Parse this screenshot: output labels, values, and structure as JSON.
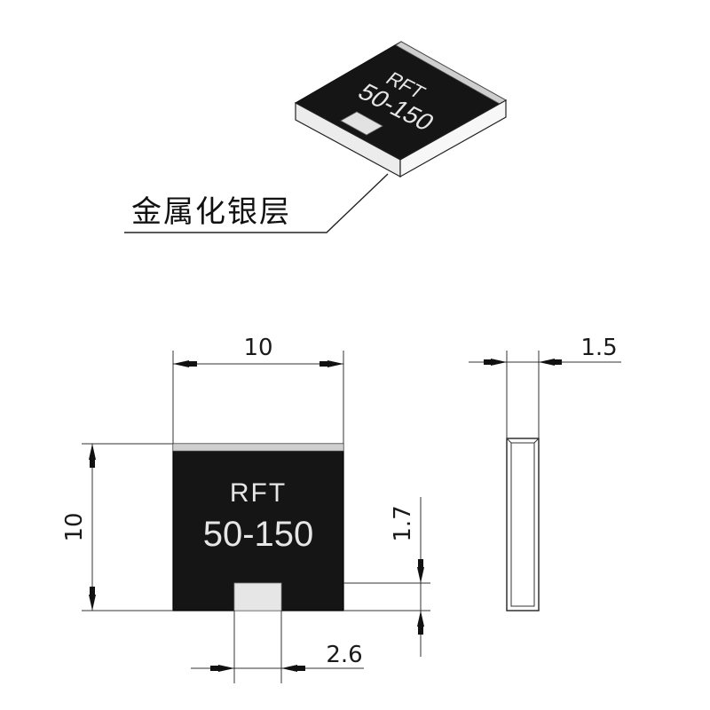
{
  "callout_label": "金属化银层",
  "chip_marking": {
    "line1": "RFT",
    "line2": "50-150"
  },
  "dimensions": {
    "top_width": "10",
    "left_height": "10",
    "side_thickness": "1.5",
    "pad_height": "1.7",
    "pad_width": "2.6"
  },
  "colors": {
    "chip_body": "#151515",
    "silver_layer": "#d9d9d9",
    "line": "#222222"
  }
}
